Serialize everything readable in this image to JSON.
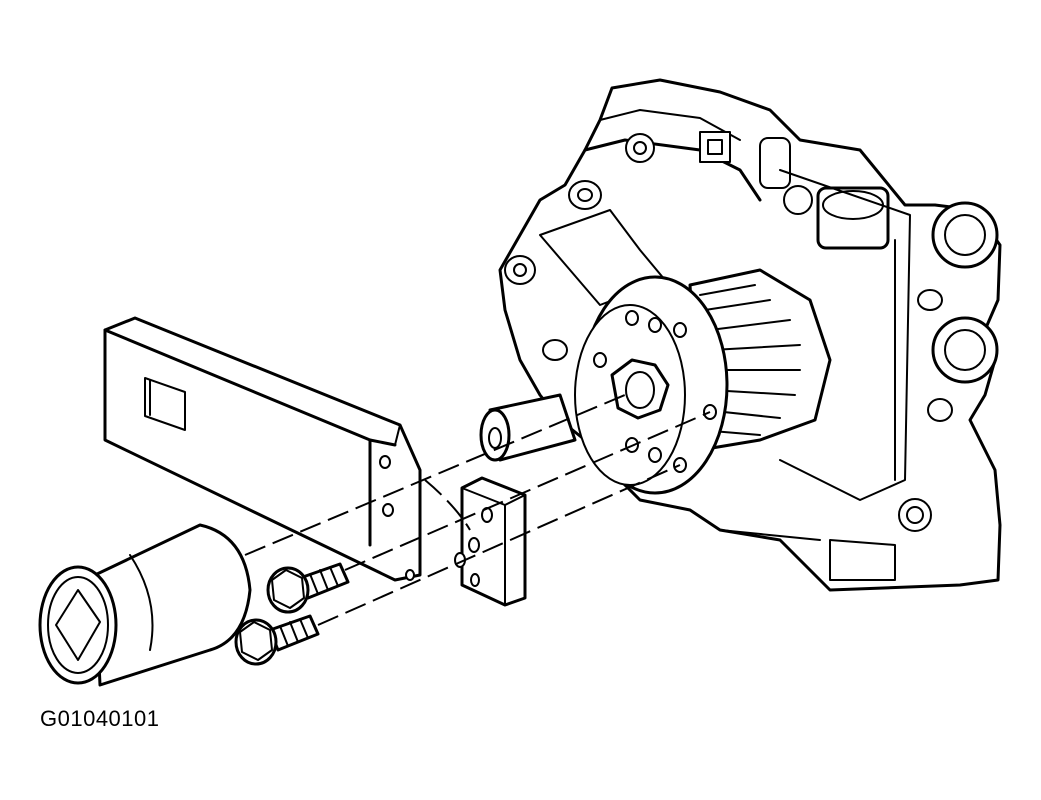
{
  "figure": {
    "id_label": "G01040101"
  },
  "parts": [
    {
      "name": "oil-pump-housing"
    },
    {
      "name": "pump-drive-gear"
    },
    {
      "name": "holding-tool-bar"
    },
    {
      "name": "adapter-block"
    },
    {
      "name": "mounting-bolt"
    },
    {
      "name": "mounting-bolt"
    },
    {
      "name": "socket"
    }
  ],
  "colors": {
    "line": "#000000",
    "background": "#ffffff"
  }
}
